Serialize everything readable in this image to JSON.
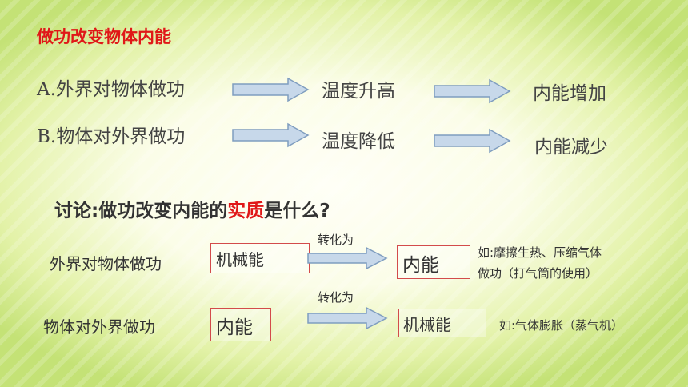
{
  "title": "做功改变物体内能",
  "row_a": {
    "label": "A.外界对物体做功",
    "mid": "温度升高",
    "end": "内能增加"
  },
  "row_b": {
    "label": "B.物体对外界做功",
    "mid": "温度降低",
    "end": "内能减少"
  },
  "discussion": {
    "prefix": "讨论:做功改变内能的",
    "highlight": "实质",
    "suffix": "是什么?"
  },
  "row_c": {
    "label": "外界对物体做功",
    "from_box": "机械能",
    "arrow_label": "转化为",
    "to_box": "内能",
    "example_line1": "如:摩擦生热、压缩气体",
    "example_line2": "做功（打气筒的使用）"
  },
  "row_d": {
    "label": "物体对外界做功",
    "from_box": "内能",
    "arrow_label": "转化为",
    "to_box": "机械能",
    "example": "如:气体膨胀（蒸气机）"
  },
  "colors": {
    "title_red": "#e01818",
    "box_border": "#d34b4b",
    "arrow_fill": "#c7d8ea",
    "arrow_stroke": "#7f9dbf"
  },
  "icons": {
    "arrow": "right-block-arrow-icon"
  }
}
